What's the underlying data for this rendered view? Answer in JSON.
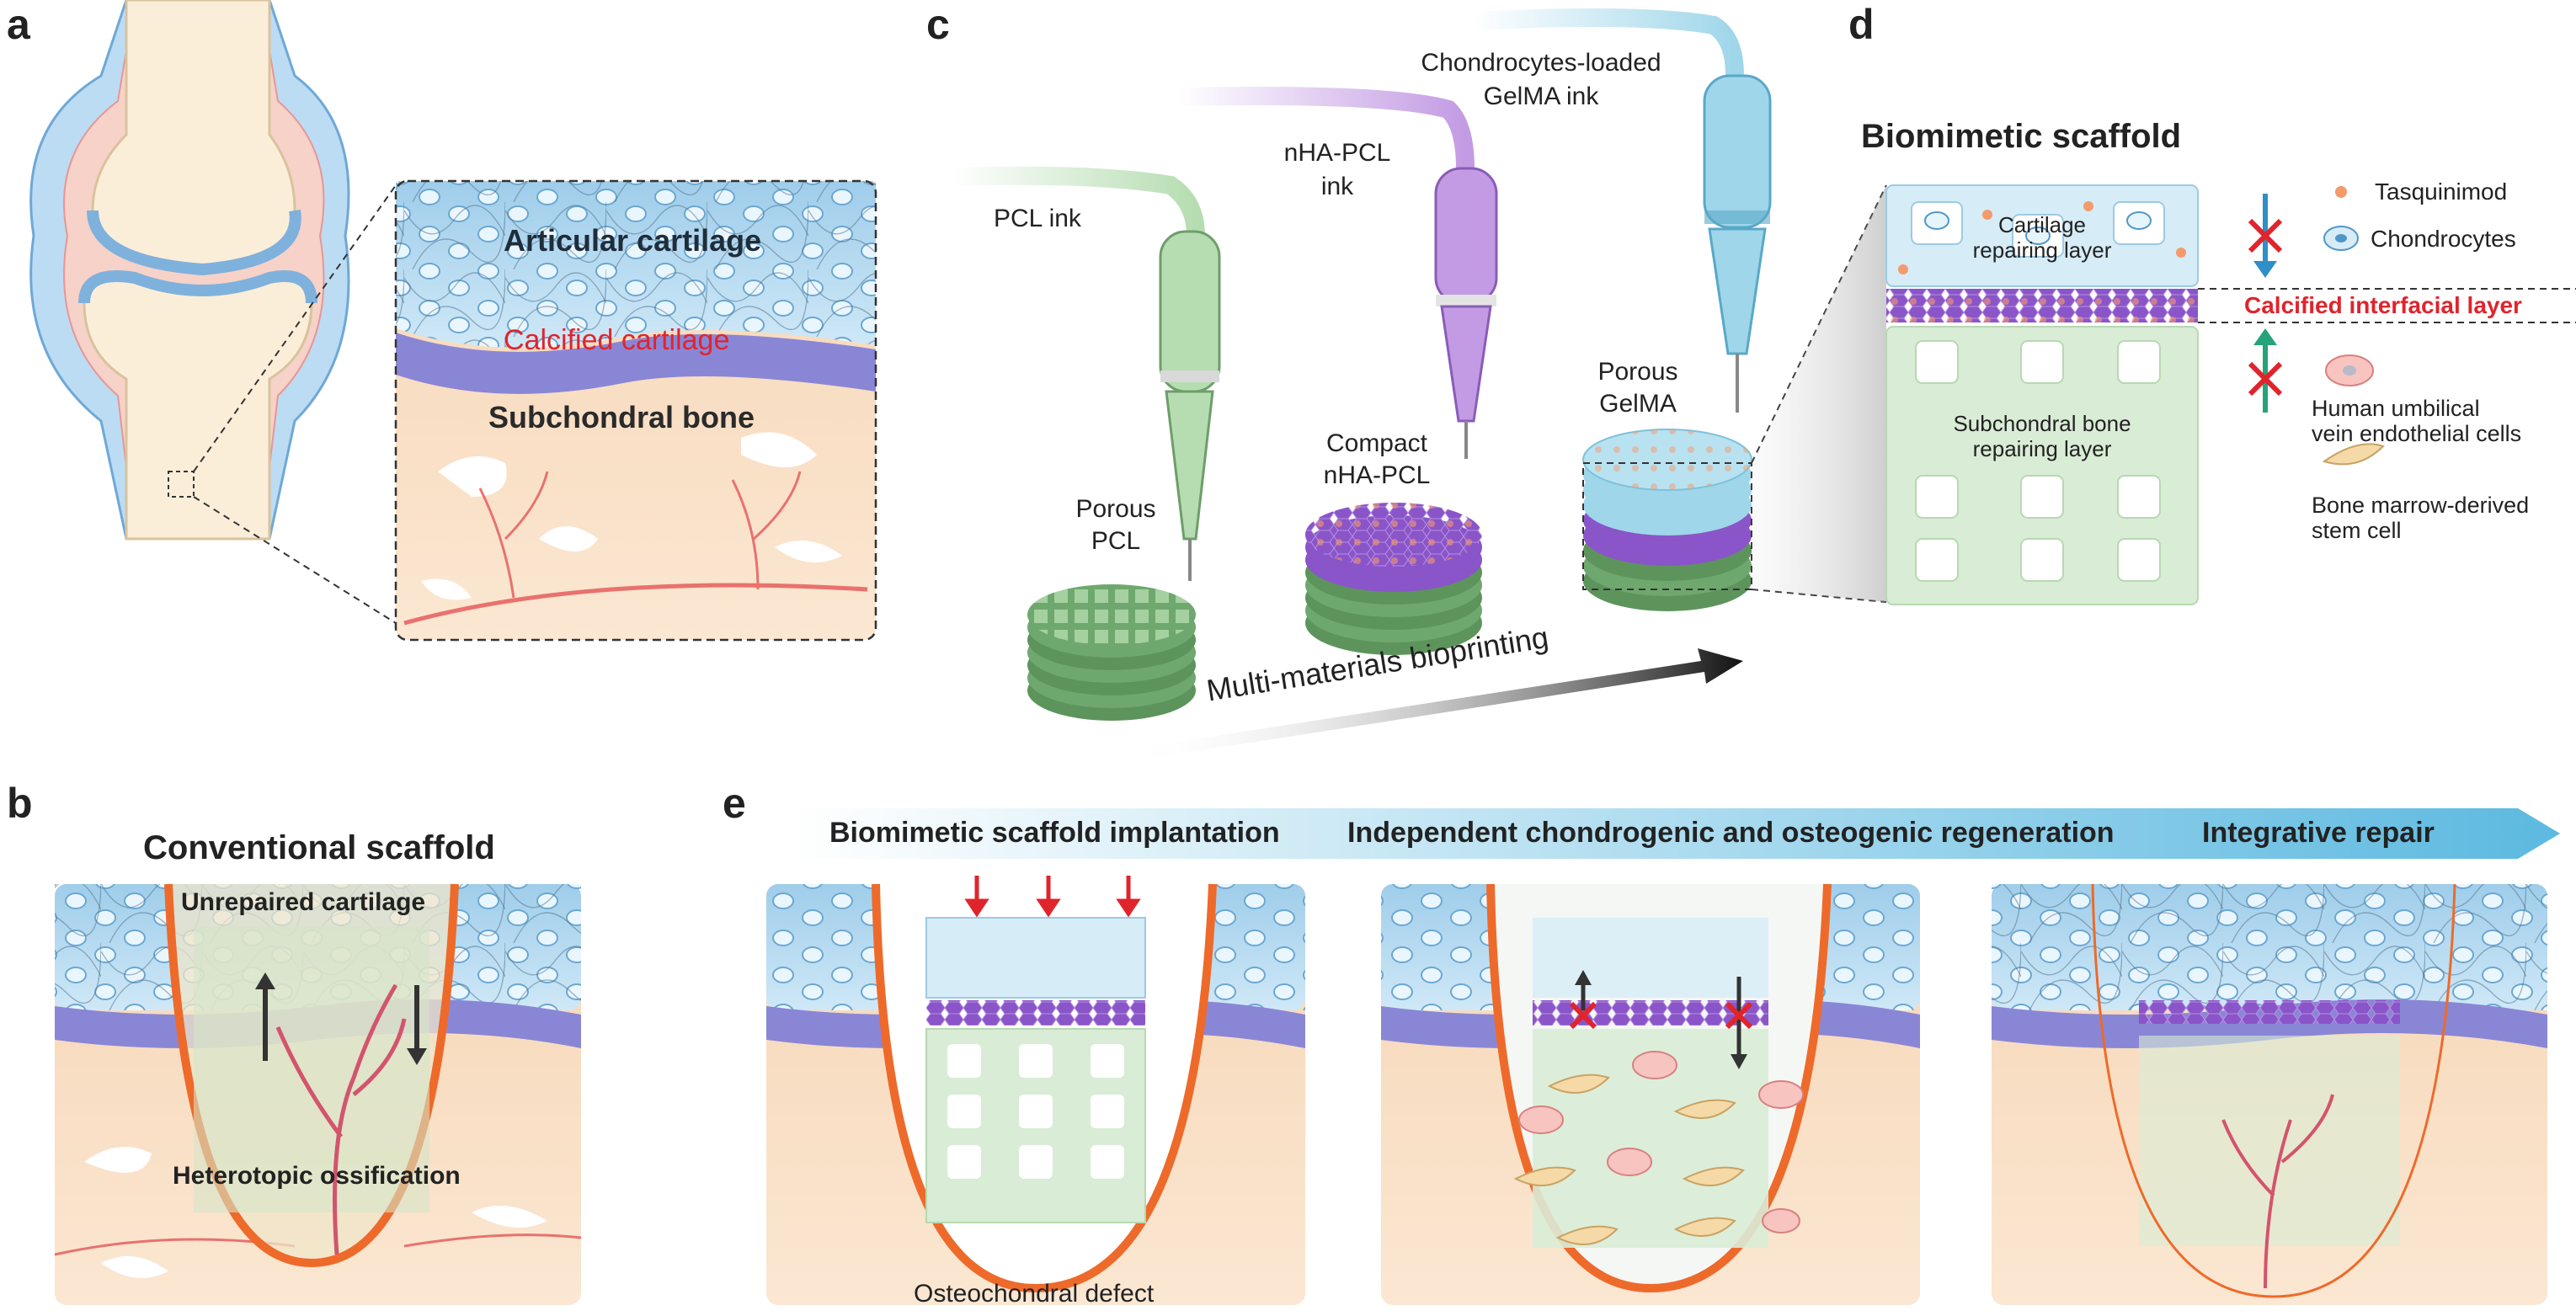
{
  "panels": {
    "a": {
      "letter": "a",
      "layers": {
        "articular": "Articular cartilage",
        "calcified": "Calcified cartilage",
        "subchondral": "Subchondral bone"
      }
    },
    "b": {
      "letter": "b",
      "title": "Conventional scaffold",
      "unrepaired": "Unrepaired cartilage",
      "ossification": "Heterotopic ossification"
    },
    "c": {
      "letter": "c",
      "pcl_ink": "PCL ink",
      "nha_ink_1": "nHA-PCL",
      "nha_ink_2": "ink",
      "gel_ink_1": "Chondrocytes-loaded",
      "gel_ink_2": "GelMA ink",
      "porous_pcl_1": "Porous",
      "porous_pcl_2": "PCL",
      "compact_1": "Compact",
      "compact_2": "nHA-PCL",
      "porous_gel_1": "Porous",
      "porous_gel_2": "GelMA",
      "arrow_label": "Multi-materials bioprinting"
    },
    "d": {
      "letter": "d",
      "title": "Biomimetic scaffold",
      "cart_layer_1": "Cartilage",
      "cart_layer_2": "repairing layer",
      "interfacial": "Calcified interfacial layer",
      "bone_layer_1": "Subchondral bone",
      "bone_layer_2": "repairing layer",
      "legend": {
        "tasquinimod": "Tasquinimod",
        "chondrocytes": "Chondrocytes",
        "huvec_1": "Human umbilical",
        "huvec_2": "vein endothelial cells",
        "bmsc_1": "Bone marrow-derived",
        "bmsc_2": "stem cell"
      }
    },
    "e": {
      "letter": "e",
      "steps": [
        "Biomimetic scaffold implantation",
        "Independent chondrogenic and osteogenic regeneration",
        "Integrative repair"
      ],
      "defect": "Osteochondral defect"
    }
  },
  "colors": {
    "cartilage": "#b9dcf2",
    "calcified": "#8a86d6",
    "bone": "#f7dcc0",
    "vessel": "#e9716e",
    "defect_edge": "#ee6a2a",
    "pcl": "#7fb87e",
    "nha": "#9d6ed0",
    "gelma": "#9fd6ea",
    "accent_red": "#e0242c"
  }
}
